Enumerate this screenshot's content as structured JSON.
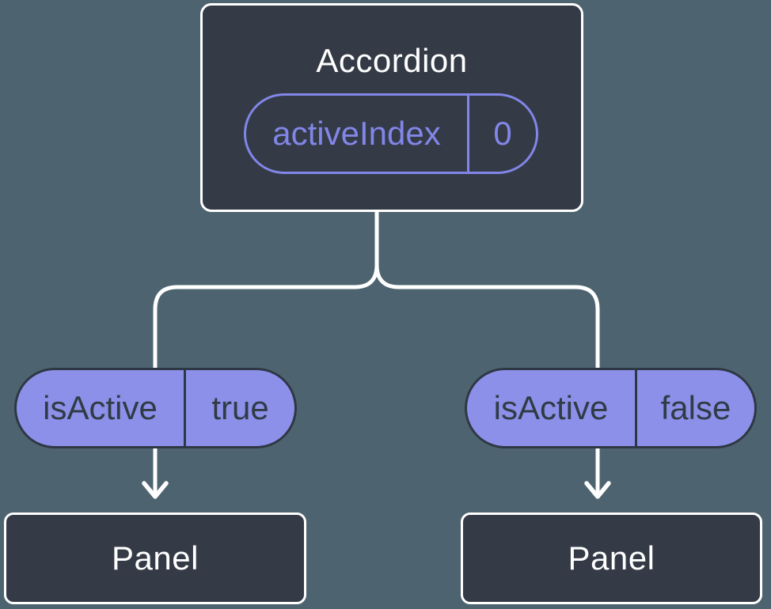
{
  "colors": {
    "background": "#4d6470",
    "node_fill": "#343b47",
    "node_border": "#ffffff",
    "accent_purple": "#8286e8",
    "prop_pill_fill": "#8d90e9",
    "prop_pill_border": "#2e3844",
    "prop_pill_text": "#303b46",
    "connector": "#ffffff"
  },
  "tree": {
    "root": {
      "title": "Accordion",
      "state": {
        "name": "activeIndex",
        "value": "0"
      }
    },
    "branches": [
      {
        "prop": {
          "name": "isActive",
          "value": "true"
        },
        "child": {
          "title": "Panel"
        }
      },
      {
        "prop": {
          "name": "isActive",
          "value": "false"
        },
        "child": {
          "title": "Panel"
        }
      }
    ]
  }
}
